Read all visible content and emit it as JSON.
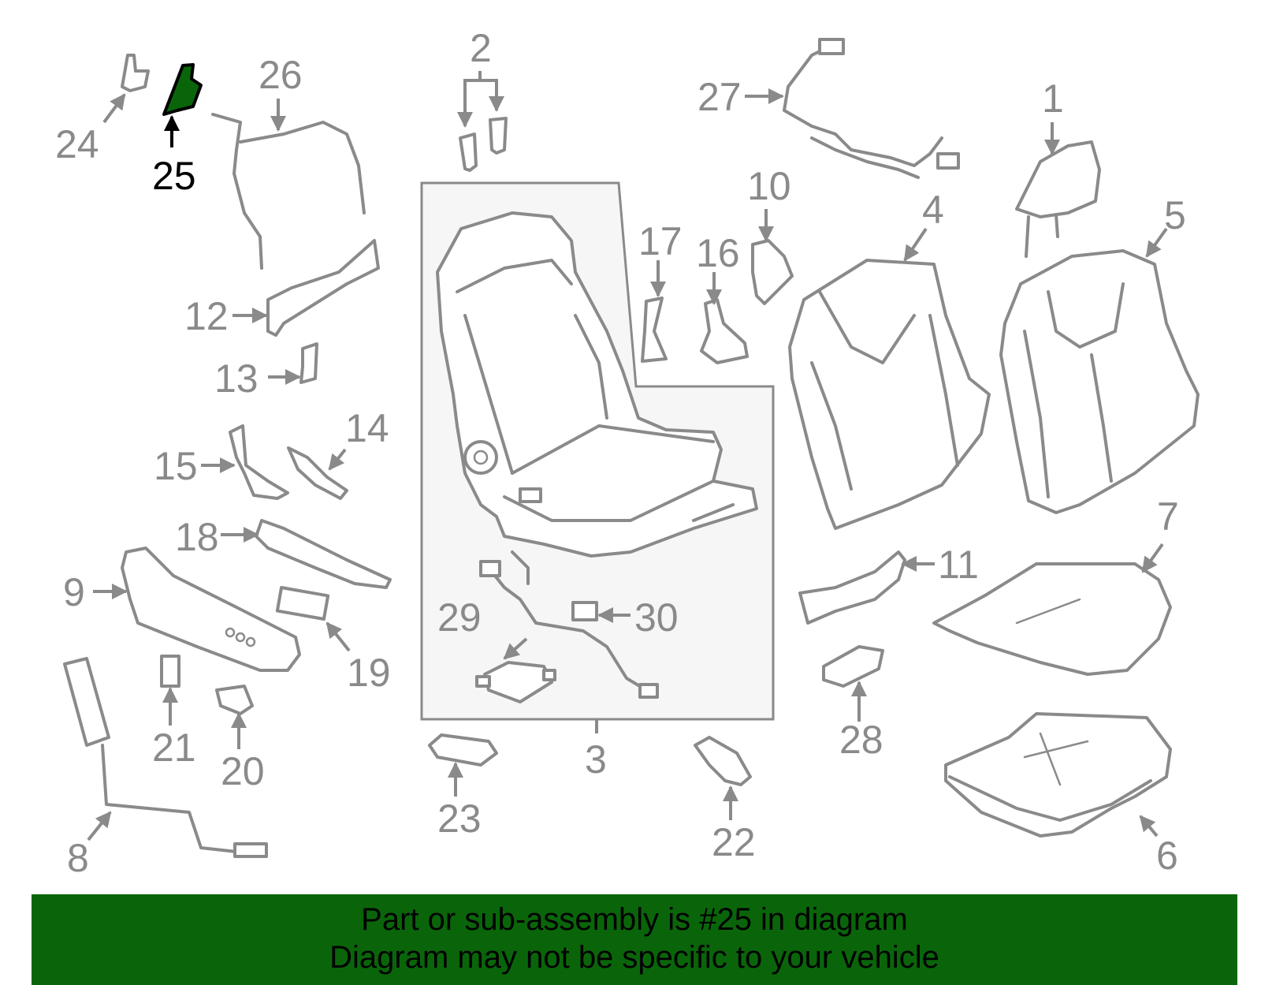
{
  "labels": {
    "p1": "1",
    "p2": "2",
    "p3": "3",
    "p4": "4",
    "p5": "5",
    "p6": "6",
    "p7": "7",
    "p8": "8",
    "p9": "9",
    "p10": "10",
    "p11": "11",
    "p12": "12",
    "p13": "13",
    "p14": "14",
    "p15": "15",
    "p16": "16",
    "p17": "17",
    "p18": "18",
    "p19": "19",
    "p20": "20",
    "p21": "21",
    "p22": "22",
    "p23": "23",
    "p24": "24",
    "p25": "25",
    "p26": "26",
    "p27": "27",
    "p28": "28",
    "p29": "29",
    "p30": "30"
  },
  "highlight": {
    "part": "25",
    "color": "#0a650a"
  },
  "banner": {
    "line1": "Part or sub-assembly is #25 in diagram",
    "line2": "Diagram may not be specific to your vehicle"
  }
}
